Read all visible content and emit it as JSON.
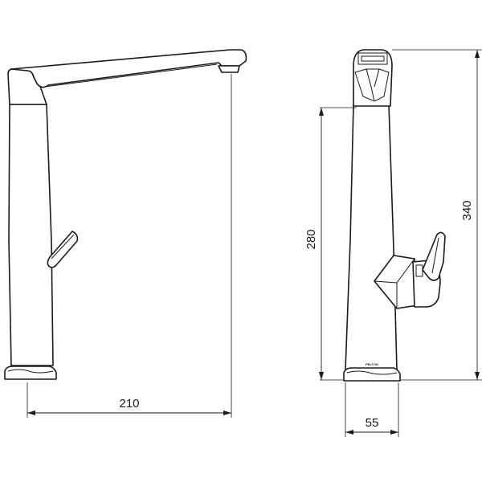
{
  "dimensions": {
    "front_width": "210",
    "side_height_280": "280",
    "side_height_340": "340",
    "side_base_width": "55"
  },
  "brand_mark": "PELTON",
  "colors": {
    "line": "#1a1a1a",
    "background": "#ffffff"
  }
}
